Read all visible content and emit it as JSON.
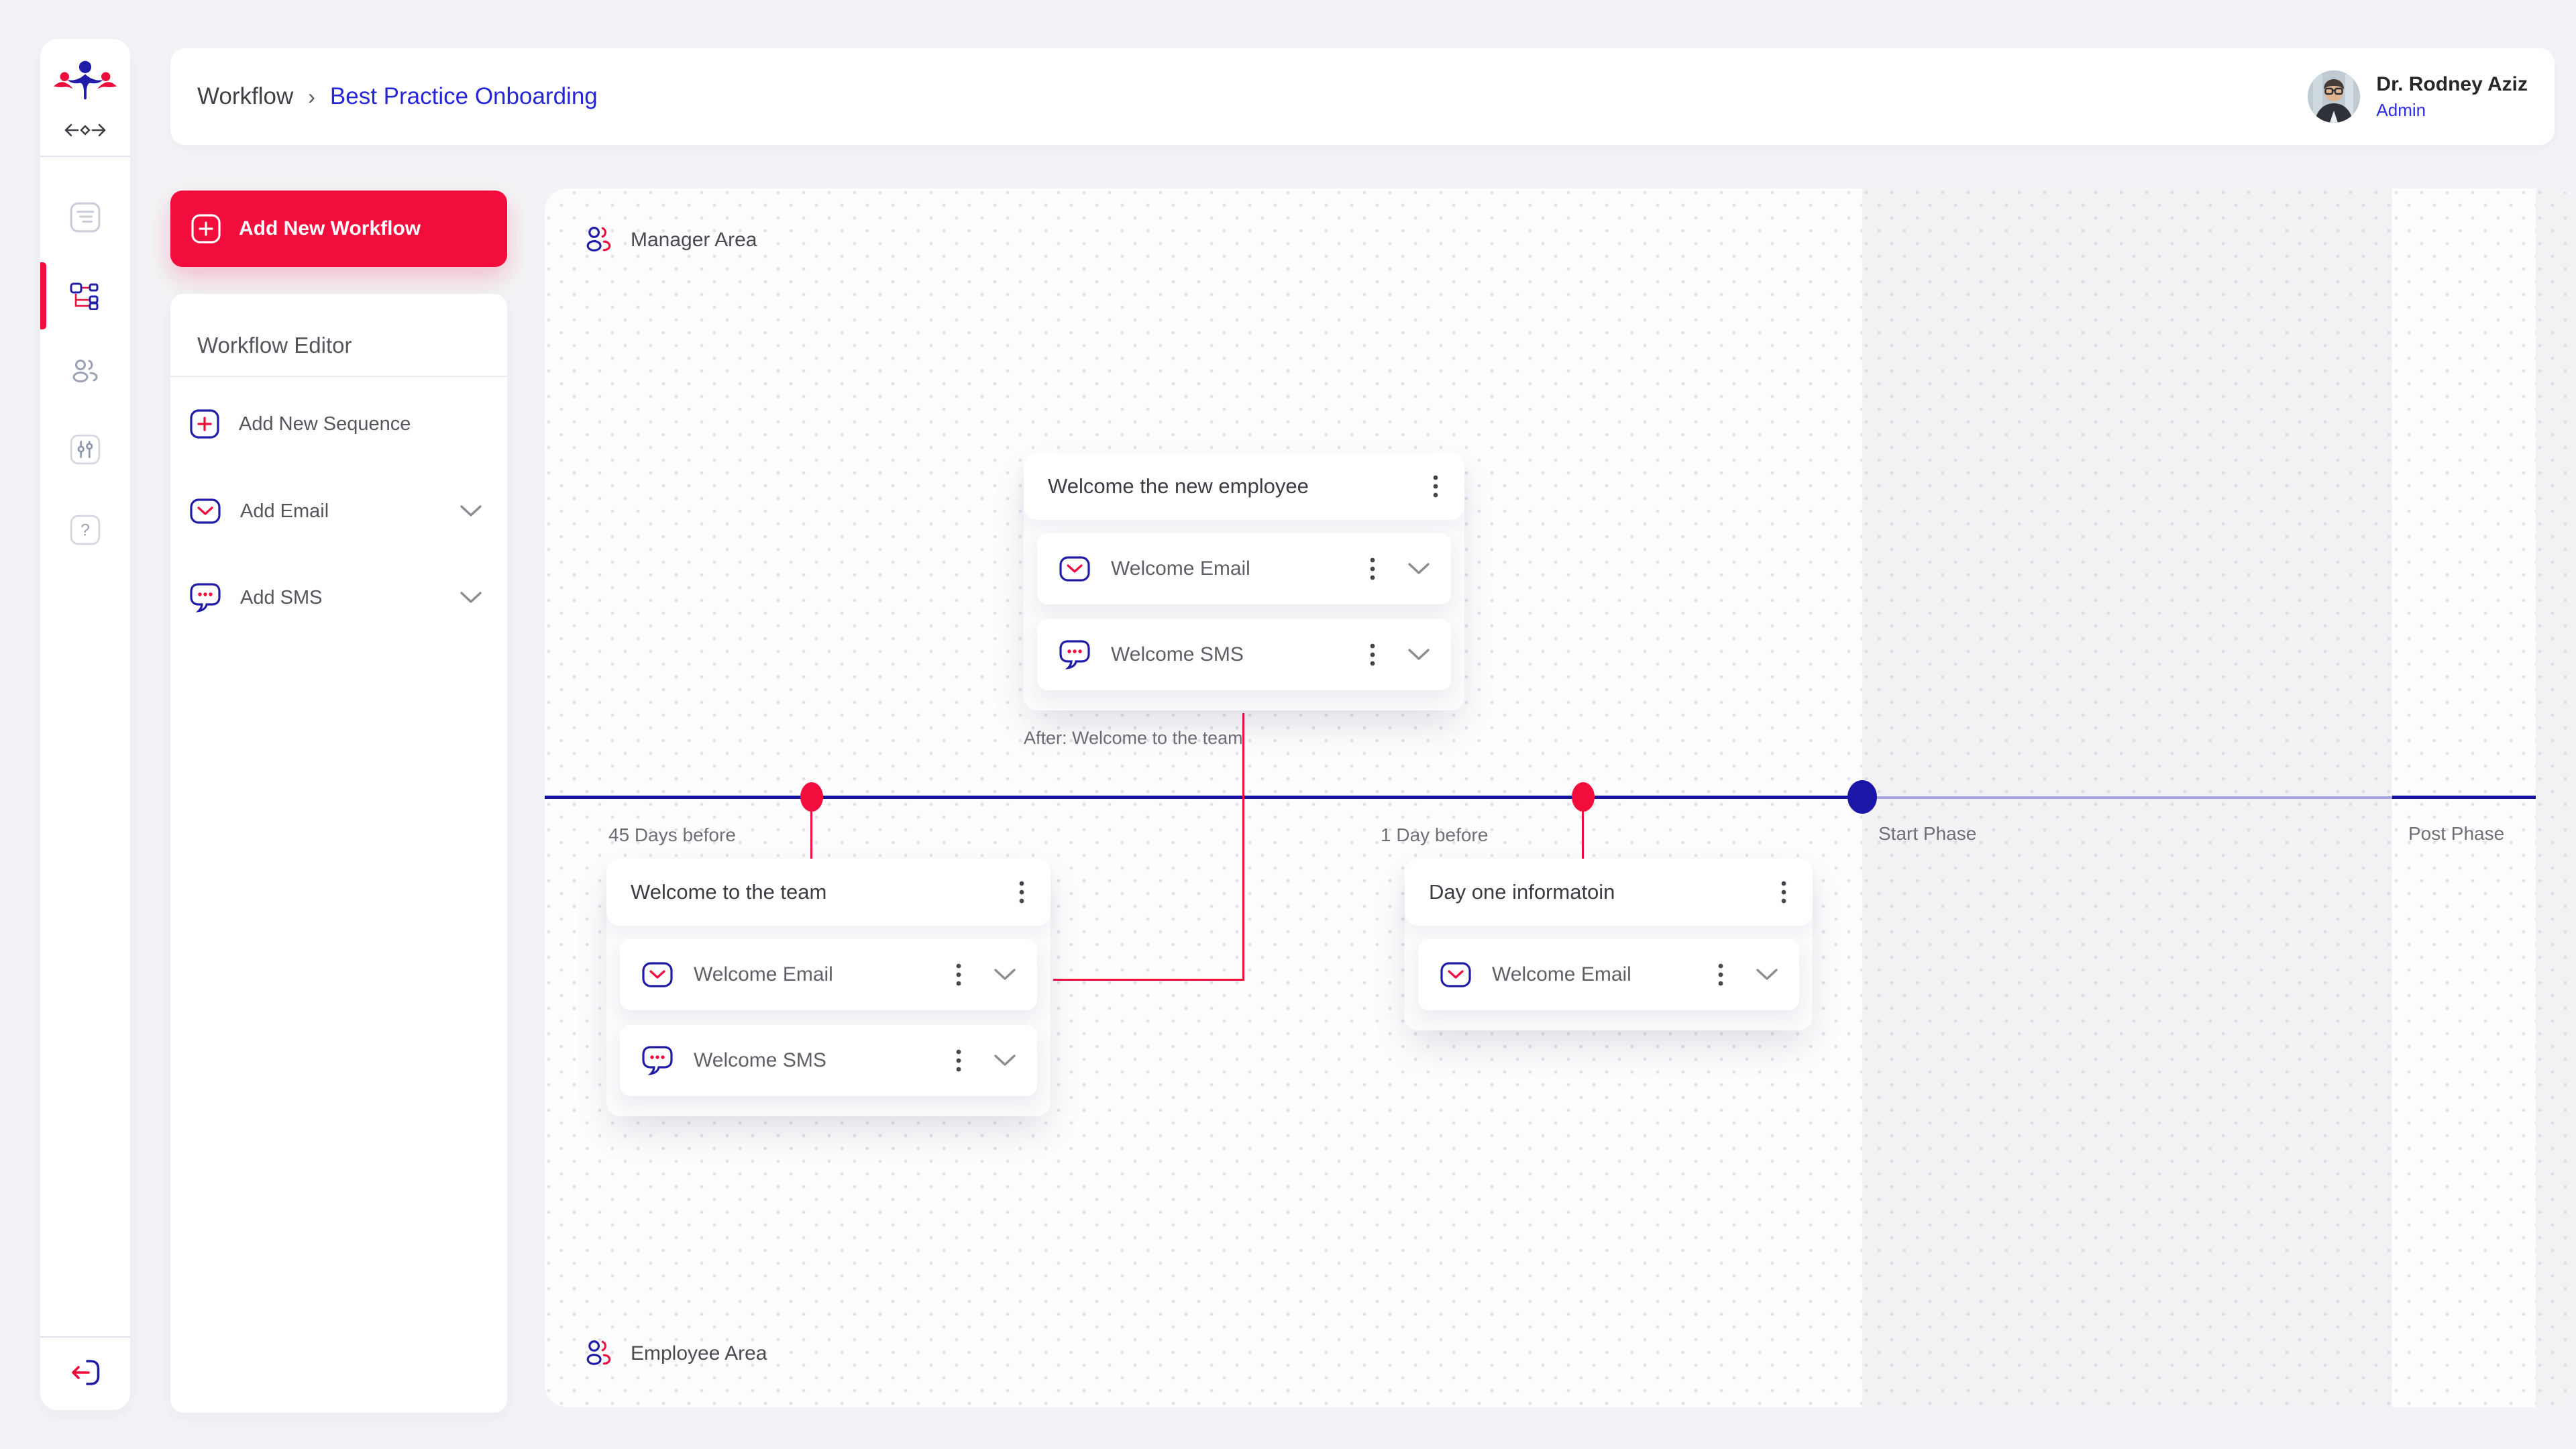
{
  "header": {
    "breadcrumb": {
      "section": "Workflow",
      "separator": "›",
      "page": "Best Practice Onboarding"
    },
    "user": {
      "name": "Dr. Rodney Aziz",
      "role": "Admin"
    }
  },
  "sidebar": {
    "logo_icon": "team-logo",
    "collapse_icon": "collapse-arrows",
    "nav_icons": [
      "documents-icon",
      "workflow-icon",
      "team-icon",
      "preferences-icon",
      "help-icon"
    ],
    "active_nav": "workflow-icon",
    "logout_icon": "logout-icon"
  },
  "workflow_panel": {
    "add_workflow_label": "Add New Workflow",
    "editor_title": "Workflow Editor",
    "items": [
      {
        "label": "Add New Sequence",
        "icon": "plus-square-icon",
        "expandable": false
      },
      {
        "label": "Add Email",
        "icon": "email-icon",
        "expandable": true
      },
      {
        "label": "Add SMS",
        "icon": "sms-icon",
        "expandable": true
      }
    ]
  },
  "canvas": {
    "manager_area_label": "Manager Area",
    "employee_area_label": "Employee Area",
    "after_note": "After: Welcome to the team",
    "timeline": {
      "labels": {
        "marker1": "45 Days before",
        "marker2": "1 Day before",
        "marker3": "Start Phase",
        "marker4": "Post Phase"
      },
      "marker_colors": {
        "before": "#f20d3c",
        "start": "#1a16a8"
      }
    },
    "cards": {
      "manager": {
        "title": "Welcome the new employee",
        "steps": [
          {
            "label": "Welcome Email",
            "icon": "email-icon"
          },
          {
            "label": "Welcome SMS",
            "icon": "sms-icon"
          }
        ]
      },
      "employee_45_days": {
        "title": "Welcome to the team",
        "steps": [
          {
            "label": "Welcome Email",
            "icon": "email-icon"
          },
          {
            "label": "Welcome SMS",
            "icon": "sms-icon"
          }
        ]
      },
      "employee_1_day": {
        "title": "Day one informatoin",
        "steps": [
          {
            "label": "Welcome Email",
            "icon": "email-icon"
          }
        ]
      }
    }
  },
  "colors": {
    "primary_red": "#f20d3c",
    "navy": "#201ca8",
    "timeline_navy": "#17149e",
    "timeline_light": "#a3a4de",
    "link_blue": "#2525d8",
    "panel_white": "#ffffff",
    "page_background": "#f2f3f6"
  }
}
